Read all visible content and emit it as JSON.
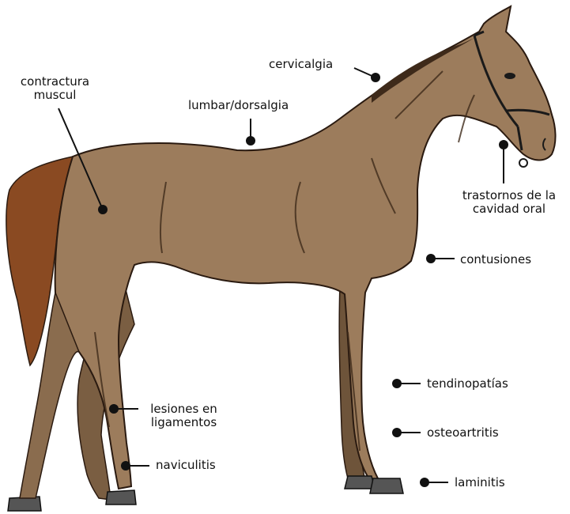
{
  "colors": {
    "coat": "#9c7c5c",
    "coat_shadow": "#3e2a1a",
    "tail": "#8a4a22",
    "hoof": "#555555",
    "ink": "#111111"
  },
  "labels": {
    "contractura": {
      "line1": "contractura",
      "line2": "muscul"
    },
    "lumbar": "lumbar/dorsalgia",
    "cervicalgia": "cervicalgia",
    "oral": {
      "line1": "trastornos de la",
      "line2": "cavidad oral"
    },
    "contusiones": "contusiones",
    "tendinopatias": "tendinopatías",
    "osteoartritis": "osteoartritis",
    "laminitis": "laminitis",
    "lesiones": {
      "line1": "lesiones en",
      "line2": "ligamentos"
    },
    "naviculitis": "naviculitis"
  }
}
